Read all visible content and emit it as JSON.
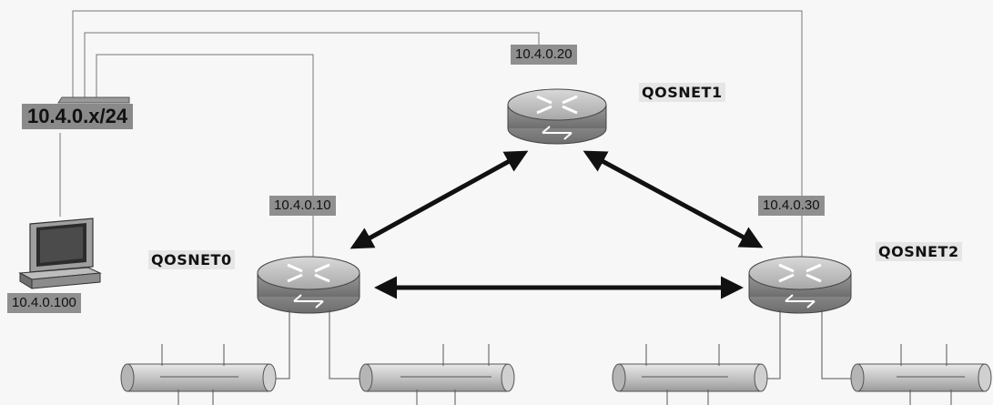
{
  "network": {
    "subnet_label": "10.4.0.x/24",
    "host": {
      "ip": "10.4.0.100"
    },
    "routers": [
      {
        "name": "QOSNET0",
        "ip": "10.4.0.10"
      },
      {
        "name": "QOSNET1",
        "ip": "10.4.0.20"
      },
      {
        "name": "QOSNET2",
        "ip": "10.4.0.30"
      }
    ]
  }
}
